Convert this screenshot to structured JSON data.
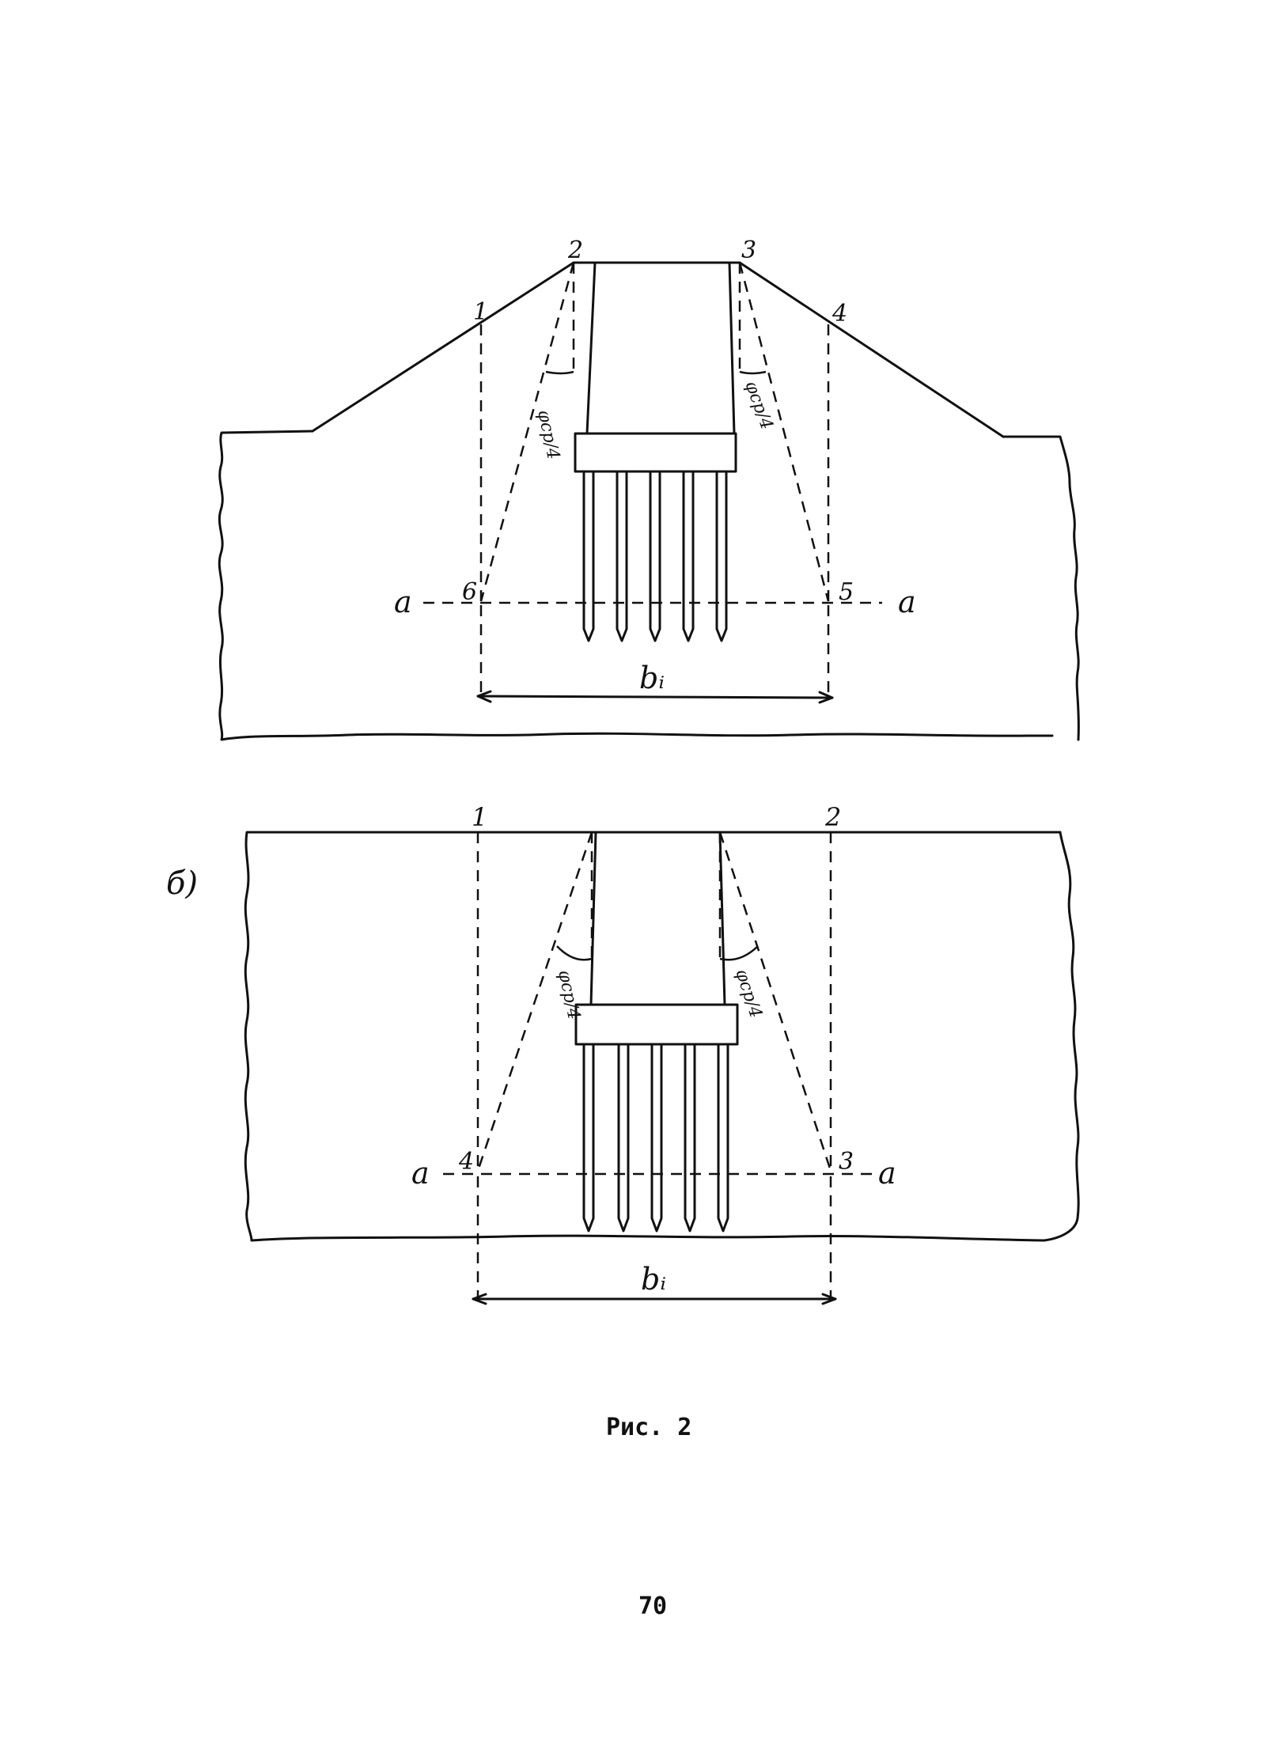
{
  "figure_a": {
    "points": [
      "1",
      "2",
      "3",
      "4",
      "5",
      "6"
    ],
    "angle_left": "φср/4",
    "angle_right": "φср/4",
    "axis_left": "a",
    "axis_right": "a",
    "width_label": "bᵢ"
  },
  "figure_b": {
    "panel_label": "б)",
    "points": [
      "1",
      "2",
      "3",
      "4"
    ],
    "angle_left": "φср/4",
    "angle_right": "φср/4",
    "axis_left": "a",
    "axis_right": "a",
    "width_label": "bᵢ"
  },
  "caption": "Рис. 2",
  "page_number": "70"
}
